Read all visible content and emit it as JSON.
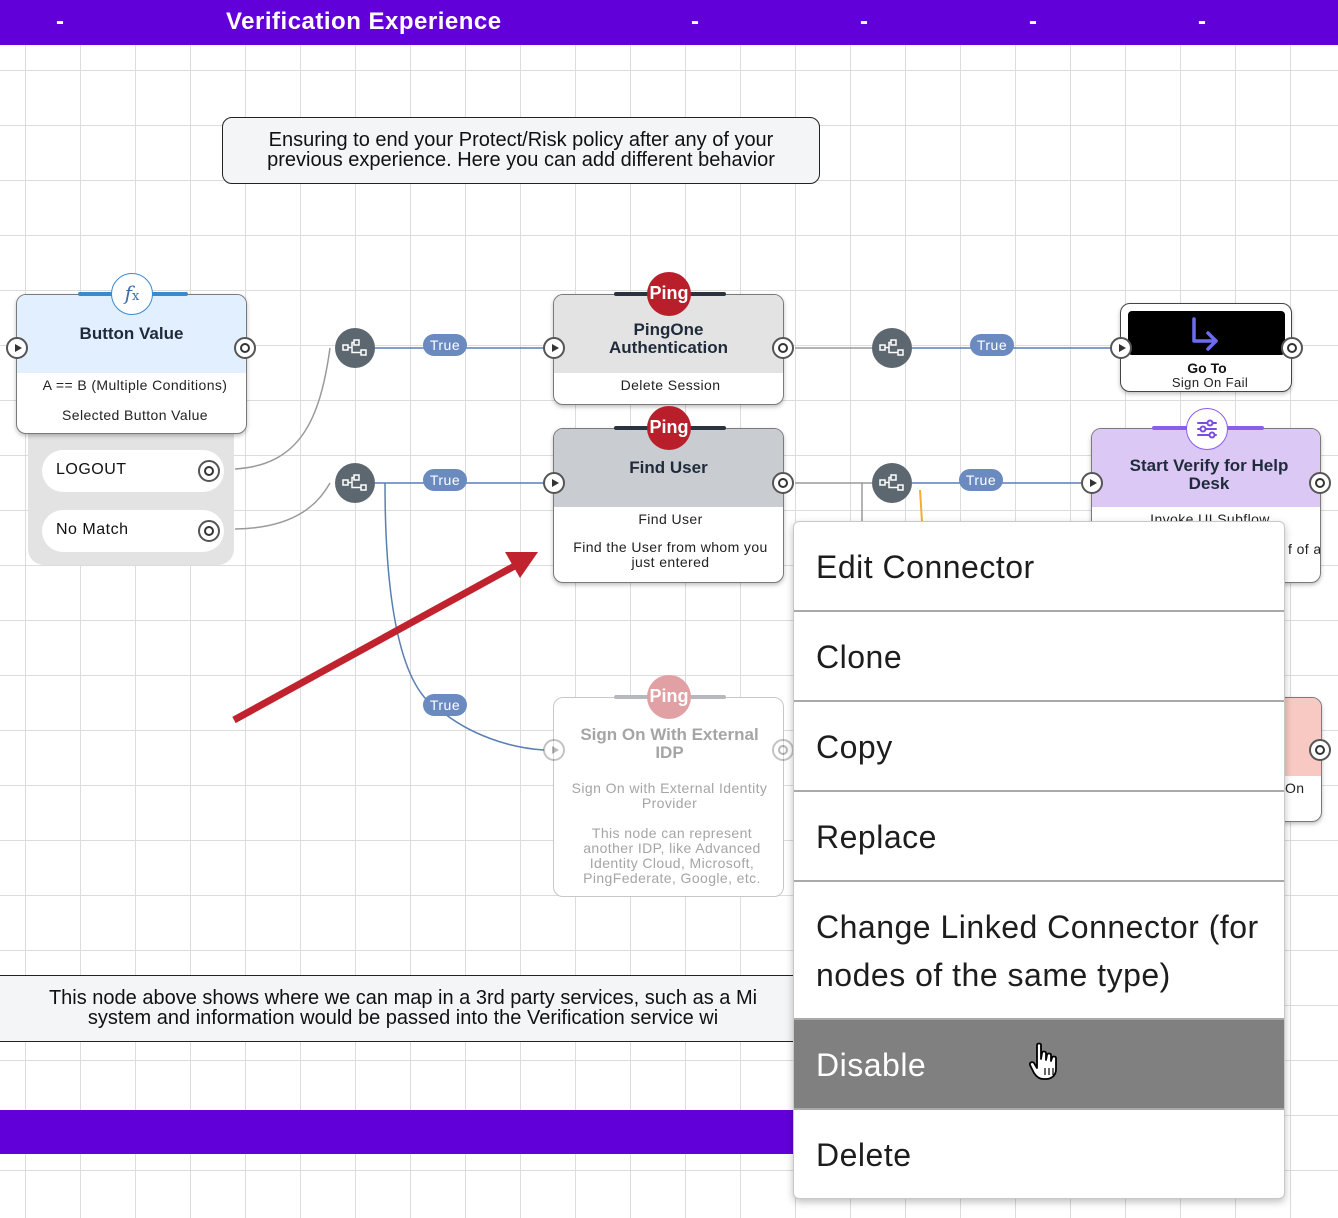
{
  "header": {
    "dash": "-",
    "title": "Verification Experience"
  },
  "notes": {
    "top_line1": "Ensuring to end your Protect/Risk policy after any of your",
    "top_line2": "previous experience. Here you can add different behavior",
    "bottom_line1": "This node above shows where we can map in a 3rd party services, such as a Mi",
    "bottom_line2": "system and information would be passed into the Verification service wi"
  },
  "nodes": {
    "button_value": {
      "title": "Button Value",
      "condition": "A == B (Multiple Conditions)",
      "subtitle": "Selected Button Value",
      "icon": "function-icon",
      "outcomes": [
        "LOGOUT",
        "No Match"
      ]
    },
    "pingone_auth": {
      "badge": "Ping",
      "title_line1": "PingOne",
      "title_line2": "Authentication",
      "subtitle": "Delete Session"
    },
    "find_user": {
      "badge": "Ping",
      "title": "Find User",
      "subtitle": "Find User",
      "desc_line1": "Find the User from whom you",
      "desc_line2": "just entered"
    },
    "sign_on_idp": {
      "badge": "Ping",
      "title_line1": "Sign On With External",
      "title_line2": "IDP",
      "subtitle_line1": "Sign On with External Identity",
      "subtitle_line2": "Provider",
      "desc_line1": "This node can represent",
      "desc_line2": "another IDP, like Advanced",
      "desc_line3": "Identity Cloud, Microsoft,",
      "desc_line4": "PingFederate, Google, etc."
    },
    "go_to": {
      "title": "Go To",
      "subtitle": "Sign On Fail",
      "icon": "arrow-return-icon"
    },
    "start_verify": {
      "title_line1": "Start Verify for Help",
      "title_line2": "Desk",
      "subtitle": "Invoke UI Subflow",
      "partial_text": "f of a",
      "icon": "subflow-icon"
    },
    "partial_node": {
      "partial_text": "On"
    }
  },
  "edges": {
    "true_label": "True"
  },
  "context_menu": {
    "items": [
      "Edit Connector",
      "Clone",
      "Copy",
      "Replace",
      "Change Linked Connector (for",
      "Disable",
      "Delete"
    ],
    "item5_line2": "nodes of the same type)",
    "active_index": 5
  },
  "colors": {
    "brand_purple": "#6200d9",
    "ping_red": "#b81f2b",
    "true_tag": "#6a8ac0",
    "annotation_arrow": "#c0222e",
    "menu_active": "#808080"
  }
}
